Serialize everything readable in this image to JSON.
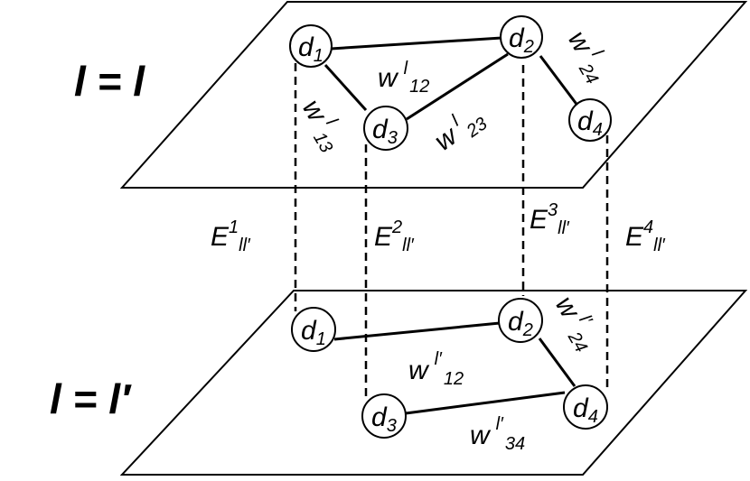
{
  "layers": [
    {
      "id": "top",
      "label": "l = l"
    },
    {
      "id": "bottom",
      "label": "l = l′"
    }
  ],
  "nodes": {
    "top": [
      {
        "id": "d1",
        "base": "d",
        "sub": "1"
      },
      {
        "id": "d2",
        "base": "d",
        "sub": "2"
      },
      {
        "id": "d3",
        "base": "d",
        "sub": "3"
      },
      {
        "id": "d4",
        "base": "d",
        "sub": "4"
      }
    ],
    "bottom": [
      {
        "id": "d1",
        "base": "d",
        "sub": "1"
      },
      {
        "id": "d2",
        "base": "d",
        "sub": "2"
      },
      {
        "id": "d3",
        "base": "d",
        "sub": "3"
      },
      {
        "id": "d4",
        "base": "d",
        "sub": "4"
      }
    ]
  },
  "top_edges": [
    {
      "from": "d1",
      "to": "d2",
      "base": "w",
      "sup": "l",
      "sub": "12"
    },
    {
      "from": "d1",
      "to": "d3",
      "base": "w",
      "sup": "l",
      "sub": "13"
    },
    {
      "from": "d2",
      "to": "d3",
      "base": "w",
      "sup": "l",
      "sub": "23"
    },
    {
      "from": "d2",
      "to": "d4",
      "base": "w",
      "sup": "l",
      "sub": "24"
    }
  ],
  "bottom_edges": [
    {
      "from": "d1",
      "to": "d2",
      "base": "w",
      "sup": "l′",
      "sub": "12"
    },
    {
      "from": "d2",
      "to": "d4",
      "base": "w",
      "sup": "l′",
      "sub": "24"
    },
    {
      "from": "d3",
      "to": "d4",
      "base": "w",
      "sup": "l′",
      "sub": "34"
    }
  ],
  "interlayer_edges": [
    {
      "node": "d1",
      "base": "E",
      "sup": "1",
      "sub": "ll′"
    },
    {
      "node": "d3",
      "base": "E",
      "sup": "2",
      "sub": "ll′"
    },
    {
      "node": "d2",
      "base": "E",
      "sup": "3",
      "sub": "ll′"
    },
    {
      "node": "d4",
      "base": "E",
      "sup": "4",
      "sub": "ll′"
    }
  ]
}
